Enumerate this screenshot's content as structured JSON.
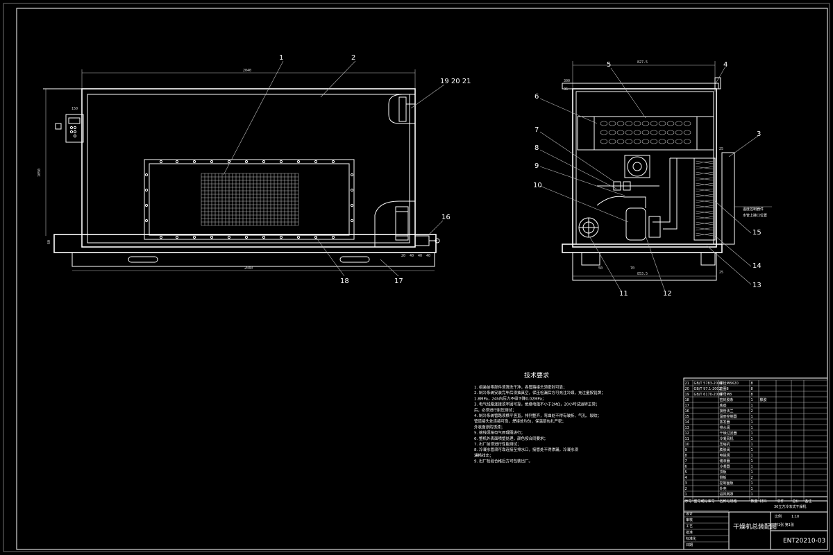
{
  "balloons_front": [
    "1",
    "2",
    "19 20 21",
    "16",
    "18",
    "17"
  ],
  "balloons_side": [
    "5",
    "4",
    "6",
    "3",
    "7",
    "8",
    "9",
    "10",
    "15",
    "14",
    "13",
    "12",
    "11"
  ],
  "dims_front": {
    "overall_width": "2040",
    "base_width": "2040",
    "height": "1050",
    "small_1": "150",
    "small_2": "60",
    "offsets": [
      "20",
      "40",
      "40",
      "40"
    ]
  },
  "dims_side": {
    "top_width": "827.5",
    "bottom_width": "853.5",
    "right_note": "25",
    "side_note_1": "300",
    "left_note": "36",
    "bottom_offsets": [
      "50",
      "70"
    ]
  },
  "side_annotation": "溫度控制器件\n水管上接口位置",
  "notes": {
    "title": "技术要求",
    "items": [
      "1. 组装前零部件须清洗干净，各管路接头须密封可靠；",
      "2. 制冷系统安装完毕后须抽真空，保压检漏后方可充注冷媒，充注量按铭牌；",
      "   1.8MPa，24h内压力不得下降0.02MPa；",
      "3. 电气线路连接须牢固可靠，绝缘电阻不小于2MΩ，20小时试运转正常；",
      "   后，必须进行耐压测试；",
      "4. 制冷系统管路须横平竖直，排列整齐，弯曲处不得有皱折、气孔、裂纹；",
      "   管道接头处连接可靠，焊接处均匀，保温层包扎严密；",
      "   外表面涂防锈漆；",
      "5. 接线须按电气原理图进行；",
      "6. 整机外表面喷塑处理，颜色按合同要求；",
      "7. 出厂前须进行性能测试；",
      "8. 冷凝水管须可靠连接至排水口，接管处不得渗漏，冷凝水须",
      "   通畅排出；",
      "9. 出厂检验合格后方可包装出厂。"
    ]
  },
  "title_block": {
    "drawing_title": "干燥机总装配图",
    "drawing_number": "ENT20210-03",
    "machine_name": "30立方冷冻式干燥机",
    "header_cols": [
      "序号",
      "图号或标准号",
      "名称与规格",
      "数量",
      "材料",
      "单件",
      "总计",
      "备注"
    ],
    "rows": [
      [
        "21",
        "GB/T 5783-2000",
        "螺栓M8X20",
        "8",
        "",
        "",
        "",
        ""
      ],
      [
        "20",
        "GB/T 97.1-2002",
        "垫圈8",
        "8",
        "",
        "",
        "",
        ""
      ],
      [
        "19",
        "GB/T 6170-2000",
        "螺母M8",
        "8",
        "",
        "",
        "",
        ""
      ],
      [
        "18",
        "",
        "密封胶条",
        "1",
        "橡胶",
        "",
        "",
        ""
      ],
      [
        "17",
        "",
        "底座",
        "1",
        "",
        "",
        "",
        ""
      ],
      [
        "16",
        "",
        "接管法兰",
        "2",
        "",
        "",
        "",
        ""
      ],
      [
        "15",
        "",
        "温度控制器",
        "1",
        "",
        "",
        "",
        ""
      ],
      [
        "14",
        "",
        "蒸发器",
        "1",
        "",
        "",
        "",
        ""
      ],
      [
        "13",
        "",
        "排水阀",
        "1",
        "",
        "",
        "",
        ""
      ],
      [
        "12",
        "",
        "干燥过滤器",
        "1",
        "",
        "",
        "",
        ""
      ],
      [
        "11",
        "",
        "冷凝风机",
        "1",
        "",
        "",
        "",
        ""
      ],
      [
        "10",
        "",
        "压缩机",
        "1",
        "",
        "",
        "",
        ""
      ],
      [
        "9",
        "",
        "膨胀阀",
        "1",
        "",
        "",
        "",
        ""
      ],
      [
        "8",
        "",
        "电磁阀",
        "1",
        "",
        "",
        "",
        ""
      ],
      [
        "7",
        "",
        "储液器",
        "1",
        "",
        "",
        "",
        ""
      ],
      [
        "6",
        "",
        "冷凝器",
        "1",
        "",
        "",
        "",
        ""
      ],
      [
        "5",
        "",
        "顶板",
        "1",
        "",
        "",
        "",
        ""
      ],
      [
        "4",
        "",
        "侧板",
        "2",
        "",
        "",
        "",
        ""
      ],
      [
        "3",
        "",
        "控制面板",
        "1",
        "",
        "",
        "",
        ""
      ],
      [
        "2",
        "",
        "外壳",
        "1",
        "",
        "",
        "",
        ""
      ],
      [
        "1",
        "",
        "进风网罩",
        "1",
        "",
        "",
        "",
        ""
      ]
    ],
    "bottom_labels": [
      "设计",
      "审核",
      "工艺",
      "批准",
      "标准化",
      "日期"
    ],
    "scale_label": "比例",
    "scale_value": "1:10",
    "sheet_label": "共1张 第1张"
  }
}
